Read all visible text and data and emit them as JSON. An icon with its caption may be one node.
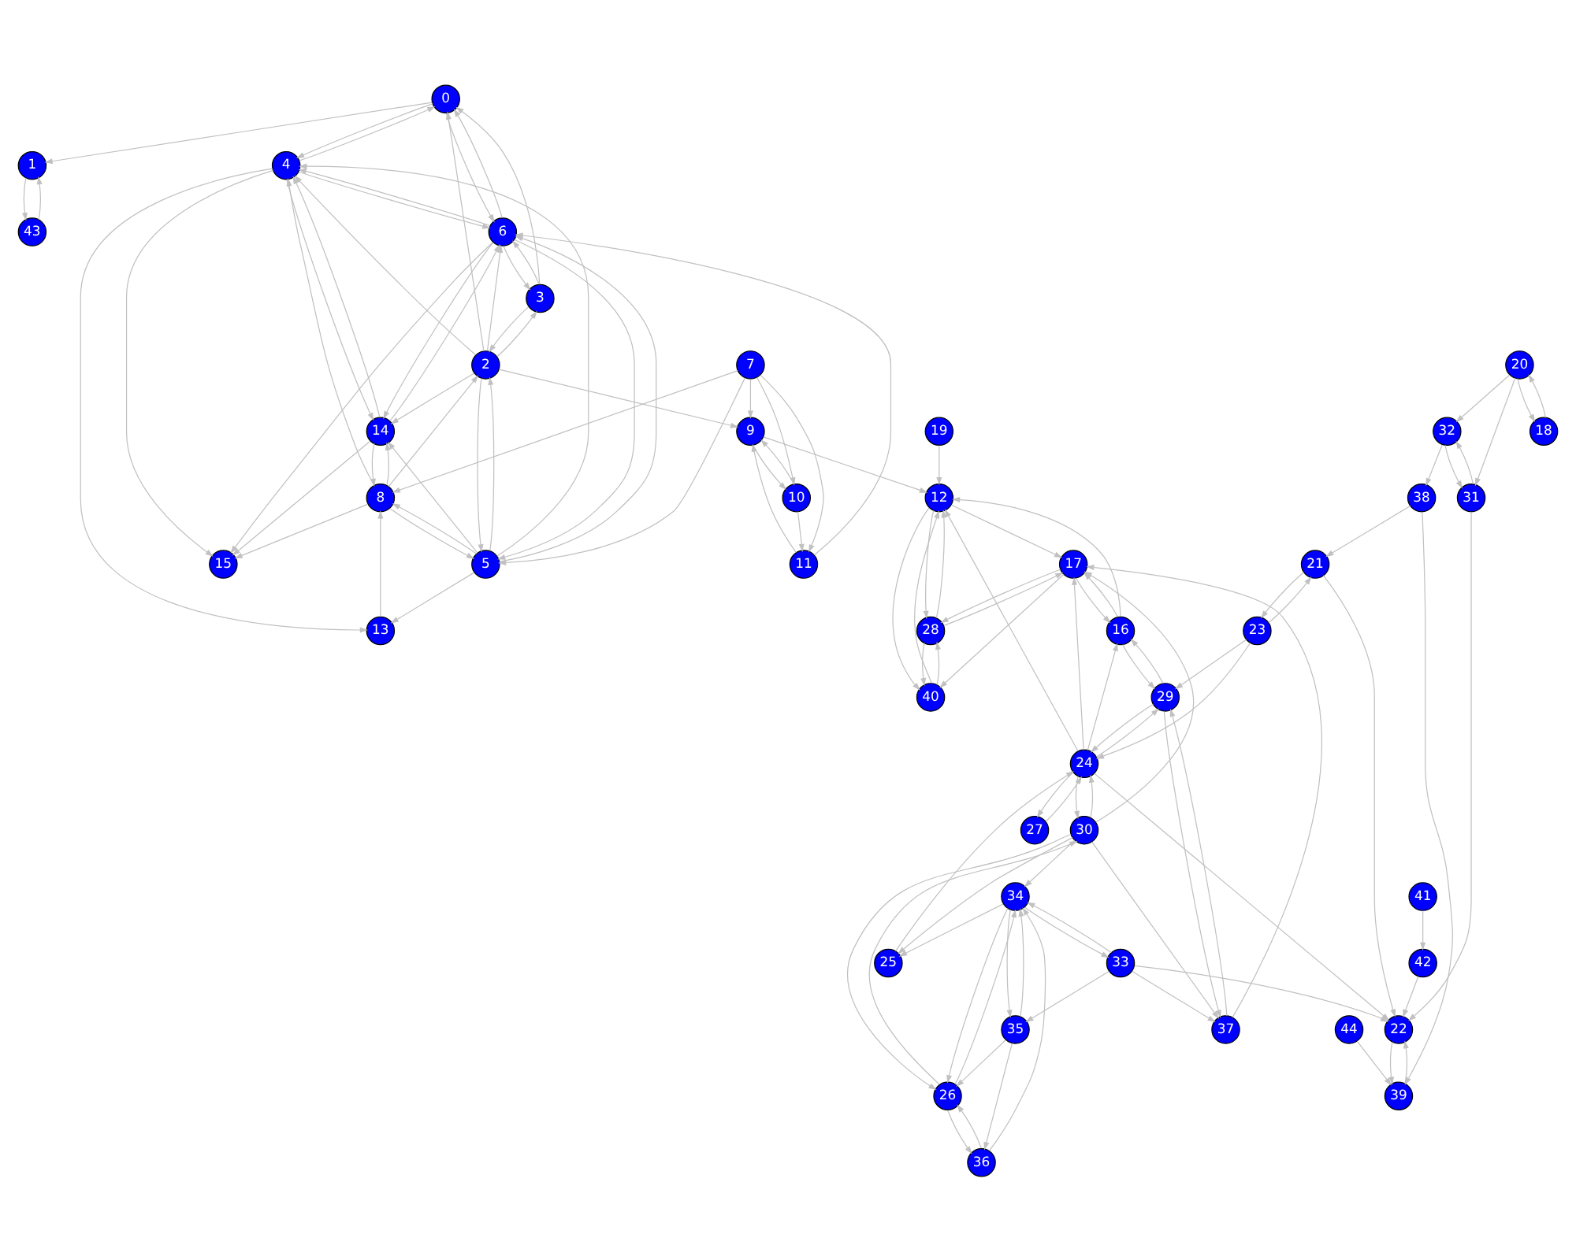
{
  "diagram": {
    "nodes": [
      {
        "text": [
          "0"
        ]
      },
      {
        "text": [
          "1"
        ]
      },
      {
        "text": [
          "2"
        ]
      },
      {
        "text": [
          "3"
        ]
      },
      {
        "text": [
          "4"
        ]
      },
      {
        "text": [
          "5"
        ]
      },
      {
        "text": [
          "6"
        ]
      },
      {
        "text": [
          "7"
        ]
      },
      {
        "text": [
          "8"
        ]
      },
      {
        "text": [
          "9"
        ]
      },
      {
        "text": [
          "10"
        ]
      },
      {
        "text": [
          "11"
        ]
      },
      {
        "text": [
          "12"
        ]
      },
      {
        "text": [
          "13"
        ]
      },
      {
        "text": [
          "14"
        ]
      },
      {
        "text": [
          "15"
        ]
      },
      {
        "text": [
          "16"
        ]
      },
      {
        "text": [
          "17"
        ]
      },
      {
        "text": [
          "18"
        ]
      },
      {
        "text": [
          "19"
        ]
      },
      {
        "text": [
          "20"
        ]
      },
      {
        "text": [
          "21"
        ]
      },
      {
        "text": [
          "22"
        ]
      },
      {
        "text": [
          "23"
        ]
      },
      {
        "text": [
          "24"
        ]
      },
      {
        "text": [
          "25"
        ]
      },
      {
        "text": [
          "26"
        ]
      },
      {
        "text": [
          "27"
        ]
      },
      {
        "text": [
          "28"
        ]
      },
      {
        "text": [
          "29"
        ]
      },
      {
        "text": [
          "30"
        ]
      },
      {
        "text": [
          "31"
        ]
      },
      {
        "text": [
          "32"
        ]
      },
      {
        "text": [
          "33"
        ]
      },
      {
        "text": [
          "34"
        ]
      },
      {
        "text": [
          "35"
        ]
      },
      {
        "text": [
          "36"
        ]
      },
      {
        "text": [
          "37"
        ]
      },
      {
        "text": [
          "38"
        ]
      },
      {
        "text": [
          "39"
        ]
      },
      {
        "text": [
          "40"
        ]
      },
      {
        "text": [
          "41"
        ]
      },
      {
        "text": [
          "42"
        ]
      },
      {
        "text": [
          "43"
        ]
      },
      {
        "text": [
          "44"
        ]
      }
    ],
    "edges": [
      {
        "from": 18,
        "to": 20,
        "arrow": "to"
      },
      {
        "from": 20,
        "to": 18,
        "arrow": "to"
      },
      {
        "from": 20,
        "to": 32,
        "arrow": "to"
      },
      {
        "from": 20,
        "to": 31,
        "arrow": "to"
      },
      {
        "from": 32,
        "to": 31,
        "arrow": "to"
      },
      {
        "from": 31,
        "to": 32,
        "arrow": "to"
      },
      {
        "from": 31,
        "to": 22,
        "arrow": "to"
      },
      {
        "from": 32,
        "to": 38,
        "arrow": "to"
      },
      {
        "from": 38,
        "to": 21,
        "arrow": "to"
      },
      {
        "from": 38,
        "to": 39,
        "arrow": "to"
      },
      {
        "from": 44,
        "to": 39,
        "arrow": "to"
      },
      {
        "from": 39,
        "to": 22,
        "arrow": "to"
      },
      {
        "from": 22,
        "to": 39,
        "arrow": "to"
      },
      {
        "from": 21,
        "to": 22,
        "arrow": "to"
      },
      {
        "from": 21,
        "to": 23,
        "arrow": "to"
      },
      {
        "from": 23,
        "to": 21,
        "arrow": "to"
      },
      {
        "from": 33,
        "to": 22,
        "arrow": "to"
      },
      {
        "from": 24,
        "to": 22,
        "arrow": "to"
      },
      {
        "from": 42,
        "to": 22,
        "arrow": "to"
      },
      {
        "from": 41,
        "to": 42,
        "arrow": "to"
      },
      {
        "from": 33,
        "to": 35,
        "arrow": "to"
      },
      {
        "from": 33,
        "to": 34,
        "arrow": "to"
      },
      {
        "from": 34,
        "to": 33,
        "arrow": "to"
      },
      {
        "from": 35,
        "to": 36,
        "arrow": "to"
      },
      {
        "from": 35,
        "to": 26,
        "arrow": "to"
      },
      {
        "from": 35,
        "to": 34,
        "arrow": "to"
      },
      {
        "from": 36,
        "to": 26,
        "arrow": "to"
      },
      {
        "from": 36,
        "to": 34,
        "arrow": "to"
      },
      {
        "from": 26,
        "to": 36,
        "arrow": "to"
      },
      {
        "from": 26,
        "to": 34,
        "arrow": "to"
      },
      {
        "from": 34,
        "to": 26,
        "arrow": "to"
      },
      {
        "from": 34,
        "to": 35,
        "arrow": "to"
      },
      {
        "from": 34,
        "to": 25,
        "arrow": "to"
      },
      {
        "from": 30,
        "to": 34,
        "arrow": "to"
      },
      {
        "from": 30,
        "to": 26,
        "arrow": "to"
      },
      {
        "from": 26,
        "to": 30,
        "arrow": "to"
      },
      {
        "from": 33,
        "to": 37,
        "arrow": "to"
      },
      {
        "from": 30,
        "to": 25,
        "arrow": "to"
      },
      {
        "from": 25,
        "to": 24,
        "arrow": "to"
      },
      {
        "from": 24,
        "to": 27,
        "arrow": "to"
      },
      {
        "from": 27,
        "to": 24,
        "arrow": "to"
      },
      {
        "from": 30,
        "to": 37,
        "arrow": "to"
      },
      {
        "from": 30,
        "to": 24,
        "arrow": "to"
      },
      {
        "from": 24,
        "to": 30,
        "arrow": "to"
      },
      {
        "from": 30,
        "to": 17,
        "arrow": "to"
      },
      {
        "from": 24,
        "to": 16,
        "arrow": "to"
      },
      {
        "from": 24,
        "to": 29,
        "arrow": "to"
      },
      {
        "from": 29,
        "to": 24,
        "arrow": "to"
      },
      {
        "from": 24,
        "to": 17,
        "arrow": "to"
      },
      {
        "from": 23,
        "to": 24,
        "arrow": "to"
      },
      {
        "from": 23,
        "to": 29,
        "arrow": "to"
      },
      {
        "from": 37,
        "to": 29,
        "arrow": "to"
      },
      {
        "from": 29,
        "to": 37,
        "arrow": "to"
      },
      {
        "from": 29,
        "to": 16,
        "arrow": "to"
      },
      {
        "from": 16,
        "to": 29,
        "arrow": "to"
      },
      {
        "from": 37,
        "to": 17,
        "arrow": "to"
      },
      {
        "from": 16,
        "to": 17,
        "arrow": "to"
      },
      {
        "from": 17,
        "to": 16,
        "arrow": "to"
      },
      {
        "from": 16,
        "to": 12,
        "arrow": "to"
      },
      {
        "from": 12,
        "to": 17,
        "arrow": "to"
      },
      {
        "from": 24,
        "to": 12,
        "arrow": "to"
      },
      {
        "from": 17,
        "to": 28,
        "arrow": "to"
      },
      {
        "from": 28,
        "to": 17,
        "arrow": "to"
      },
      {
        "from": 17,
        "to": 40,
        "arrow": "to"
      },
      {
        "from": 12,
        "to": 28,
        "arrow": "to"
      },
      {
        "from": 28,
        "to": 12,
        "arrow": "to"
      },
      {
        "from": 28,
        "to": 40,
        "arrow": "to"
      },
      {
        "from": 40,
        "to": 28,
        "arrow": "to"
      },
      {
        "from": 12,
        "to": 40,
        "arrow": "to"
      },
      {
        "from": 40,
        "to": 12,
        "arrow": "to"
      },
      {
        "from": 19,
        "to": 12,
        "arrow": "to"
      },
      {
        "from": 9,
        "to": 12,
        "arrow": "to"
      },
      {
        "from": 10,
        "to": 9,
        "arrow": "to"
      },
      {
        "from": 9,
        "to": 10,
        "arrow": "to"
      },
      {
        "from": 7,
        "to": 9,
        "arrow": "to"
      },
      {
        "from": 7,
        "to": 10,
        "arrow": "to"
      },
      {
        "from": 7,
        "to": 11,
        "arrow": "to"
      },
      {
        "from": 11,
        "to": 9,
        "arrow": "to"
      },
      {
        "from": 10,
        "to": 11,
        "arrow": "to"
      },
      {
        "from": 7,
        "to": 5,
        "arrow": "to"
      },
      {
        "from": 7,
        "to": 8,
        "arrow": "to"
      },
      {
        "from": 2,
        "to": 9,
        "arrow": "to"
      },
      {
        "from": 11,
        "to": 6,
        "arrow": "to"
      },
      {
        "from": 5,
        "to": 2,
        "arrow": "to"
      },
      {
        "from": 2,
        "to": 5,
        "arrow": "to"
      },
      {
        "from": 8,
        "to": 2,
        "arrow": "to"
      },
      {
        "from": 8,
        "to": 5,
        "arrow": "to"
      },
      {
        "from": 5,
        "to": 8,
        "arrow": "to"
      },
      {
        "from": 2,
        "to": 3,
        "arrow": "to"
      },
      {
        "from": 3,
        "to": 2,
        "arrow": "to"
      },
      {
        "from": 2,
        "to": 0,
        "arrow": "to"
      },
      {
        "from": 2,
        "to": 4,
        "arrow": "to"
      },
      {
        "from": 2,
        "to": 14,
        "arrow": "to"
      },
      {
        "from": 5,
        "to": 14,
        "arrow": "to"
      },
      {
        "from": 5,
        "to": 4,
        "arrow": "to"
      },
      {
        "from": 5,
        "to": 13,
        "arrow": "to"
      },
      {
        "from": 13,
        "to": 8,
        "arrow": "to"
      },
      {
        "from": 4,
        "to": 13,
        "arrow": "to"
      },
      {
        "from": 5,
        "to": 6,
        "arrow": "to"
      },
      {
        "from": 6,
        "to": 5,
        "arrow": "to"
      },
      {
        "from": 6,
        "to": 3,
        "arrow": "to"
      },
      {
        "from": 3,
        "to": 6,
        "arrow": "to"
      },
      {
        "from": 6,
        "to": 4,
        "arrow": "to"
      },
      {
        "from": 4,
        "to": 6,
        "arrow": "to"
      },
      {
        "from": 6,
        "to": 14,
        "arrow": "to"
      },
      {
        "from": 14,
        "to": 6,
        "arrow": "to"
      },
      {
        "from": 6,
        "to": 0,
        "arrow": "to"
      },
      {
        "from": 0,
        "to": 6,
        "arrow": "to"
      },
      {
        "from": 0,
        "to": 4,
        "arrow": "to"
      },
      {
        "from": 4,
        "to": 0,
        "arrow": "to"
      },
      {
        "from": 3,
        "to": 0,
        "arrow": "to"
      },
      {
        "from": 4,
        "to": 14,
        "arrow": "to"
      },
      {
        "from": 14,
        "to": 4,
        "arrow": "to"
      },
      {
        "from": 14,
        "to": 8,
        "arrow": "to"
      },
      {
        "from": 8,
        "to": 14,
        "arrow": "to"
      },
      {
        "from": 8,
        "to": 15,
        "arrow": "to"
      },
      {
        "from": 4,
        "to": 15,
        "arrow": "to"
      },
      {
        "from": 6,
        "to": 15,
        "arrow": "to"
      },
      {
        "from": 14,
        "to": 15,
        "arrow": "to"
      },
      {
        "from": 8,
        "to": 4,
        "arrow": "to"
      },
      {
        "from": 2,
        "to": 6,
        "arrow": "to"
      },
      {
        "from": 0,
        "to": 1,
        "arrow": "to"
      },
      {
        "from": 1,
        "to": 43,
        "arrow": "to"
      },
      {
        "from": 43,
        "to": 1,
        "arrow": "to"
      }
    ]
  }
}
